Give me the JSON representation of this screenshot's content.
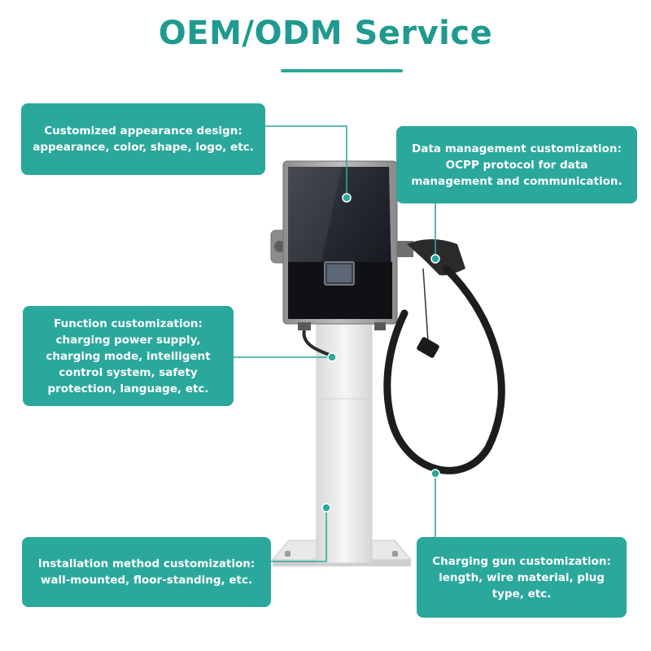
{
  "title": "OEM/ODM Service",
  "colors": {
    "accent": "#2aa89c",
    "title": "#1f9a8f",
    "line": "#2aa89c"
  },
  "callouts": {
    "appearance": [
      "Customized appearance design:",
      "appearance, color, shape, logo, etc."
    ],
    "data": [
      "Data management customization:",
      "OCPP protocol for data",
      "management and communication."
    ],
    "function": [
      "Function customization:",
      "charging power supply,",
      "charging mode, intelligent",
      "control system, safety",
      "protection, language, etc."
    ],
    "install": [
      "Installation method customization:",
      "wall-mounted, floor-standing, etc."
    ],
    "gun": [
      "Charging gun customization:",
      "length, wire material, plug",
      "type, etc."
    ]
  },
  "product_image": "ev-charger-pedestal-illustration"
}
